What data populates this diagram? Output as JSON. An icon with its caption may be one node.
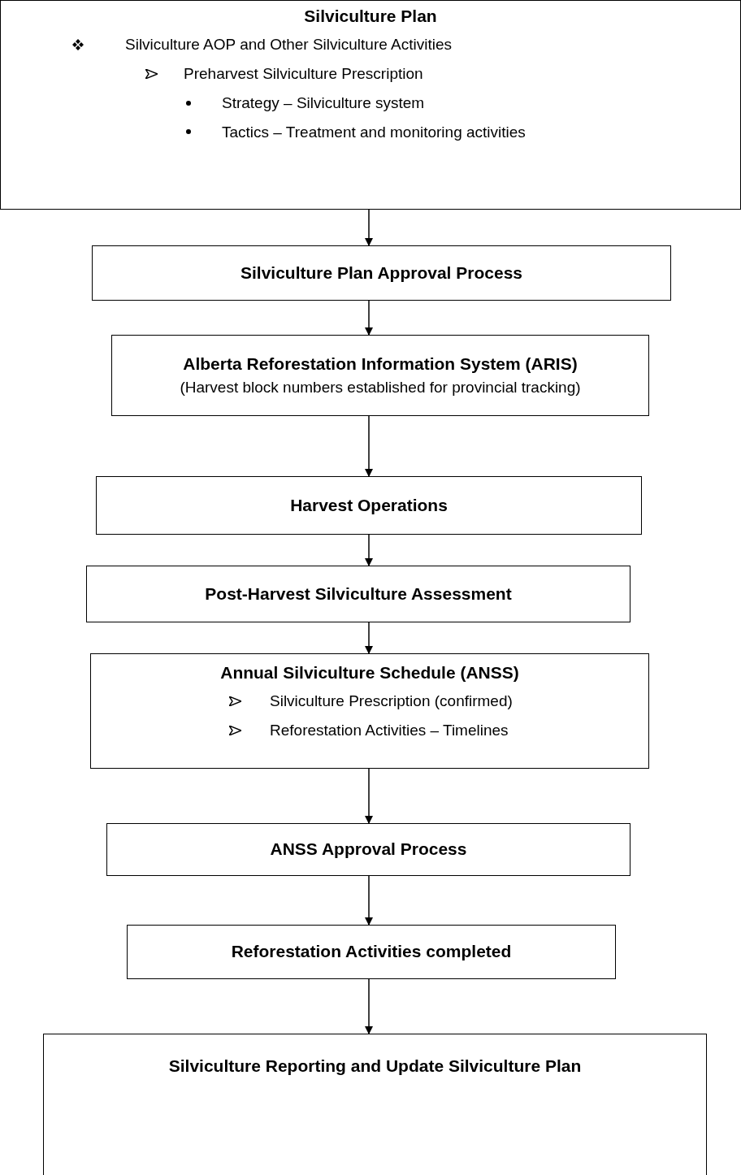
{
  "diagram": {
    "nodes": [
      {
        "text": [
          "Silviculture Plan",
          "Silviculture AOP and Other Silviculture Activities",
          "Preharvest Silviculture Prescription",
          "Strategy – Silviculture system",
          "Tactics – Treatment and monitoring activities"
        ]
      },
      {
        "text": [
          "Silviculture Plan Approval Process"
        ]
      },
      {
        "text": [
          "Alberta Reforestation Information System (ARIS)",
          "(Harvest block numbers established for provincial tracking)"
        ]
      },
      {
        "text": [
          "Harvest Operations"
        ]
      },
      {
        "text": [
          "Post-Harvest Silviculture Assessment"
        ]
      },
      {
        "text": [
          "Annual Silviculture Schedule (ANSS)",
          "Silviculture Prescription (confirmed)",
          "Reforestation Activities – Timelines"
        ]
      },
      {
        "text": [
          "ANSS Approval Process"
        ]
      },
      {
        "text": [
          "Reforestation Activities completed"
        ]
      },
      {
        "text": [
          "Silviculture Reporting and Update Silviculture Plan"
        ]
      }
    ],
    "edges": [
      {
        "from": 0,
        "to": 1,
        "arrow": "to"
      },
      {
        "from": 1,
        "to": 2,
        "arrow": "to"
      },
      {
        "from": 2,
        "to": 3,
        "arrow": "to"
      },
      {
        "from": 3,
        "to": 4,
        "arrow": "to"
      },
      {
        "from": 4,
        "to": 5,
        "arrow": "to"
      },
      {
        "from": 5,
        "to": 6,
        "arrow": "to"
      },
      {
        "from": 6,
        "to": 7,
        "arrow": "to"
      },
      {
        "from": 7,
        "to": 8,
        "arrow": "to"
      }
    ]
  }
}
